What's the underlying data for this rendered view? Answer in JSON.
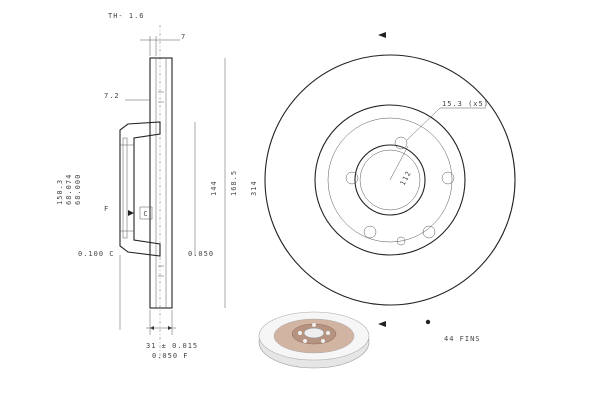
{
  "labels": {
    "th": "TH- 1.6",
    "seven": "7",
    "d72": "7.2",
    "d1503": "150.3",
    "d68074": "68.074",
    "d68000": "68.000",
    "f": "F",
    "c": "C",
    "runout_left": "0.100 C",
    "d144": "144",
    "d1685": "168.5",
    "d314": "314",
    "runout_right": "0.050",
    "thickness": "31 ± 0.015",
    "parallel": "0.050 F",
    "pcd": "112",
    "bolts": "15.3 (x5)",
    "fins": "44 FINS"
  },
  "icons": [
    "arrow-head-icon",
    "datum-arrow-icon"
  ]
}
